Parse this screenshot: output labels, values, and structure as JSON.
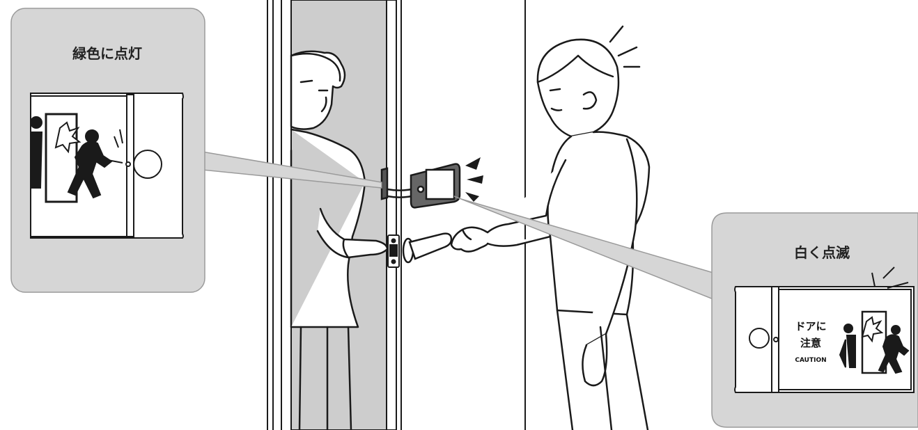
{
  "callouts": {
    "left_title": "緑色に点灯",
    "right_title": "白く点滅"
  },
  "sign": {
    "line1": "ドアに",
    "line2": "注意",
    "caption": "CAUTION"
  },
  "colors": {
    "panel_fill": "#d6d6d6",
    "panel_stroke": "#9a9a9a",
    "door_gap": "#cdcdcd",
    "line": "#1a1a1a"
  }
}
